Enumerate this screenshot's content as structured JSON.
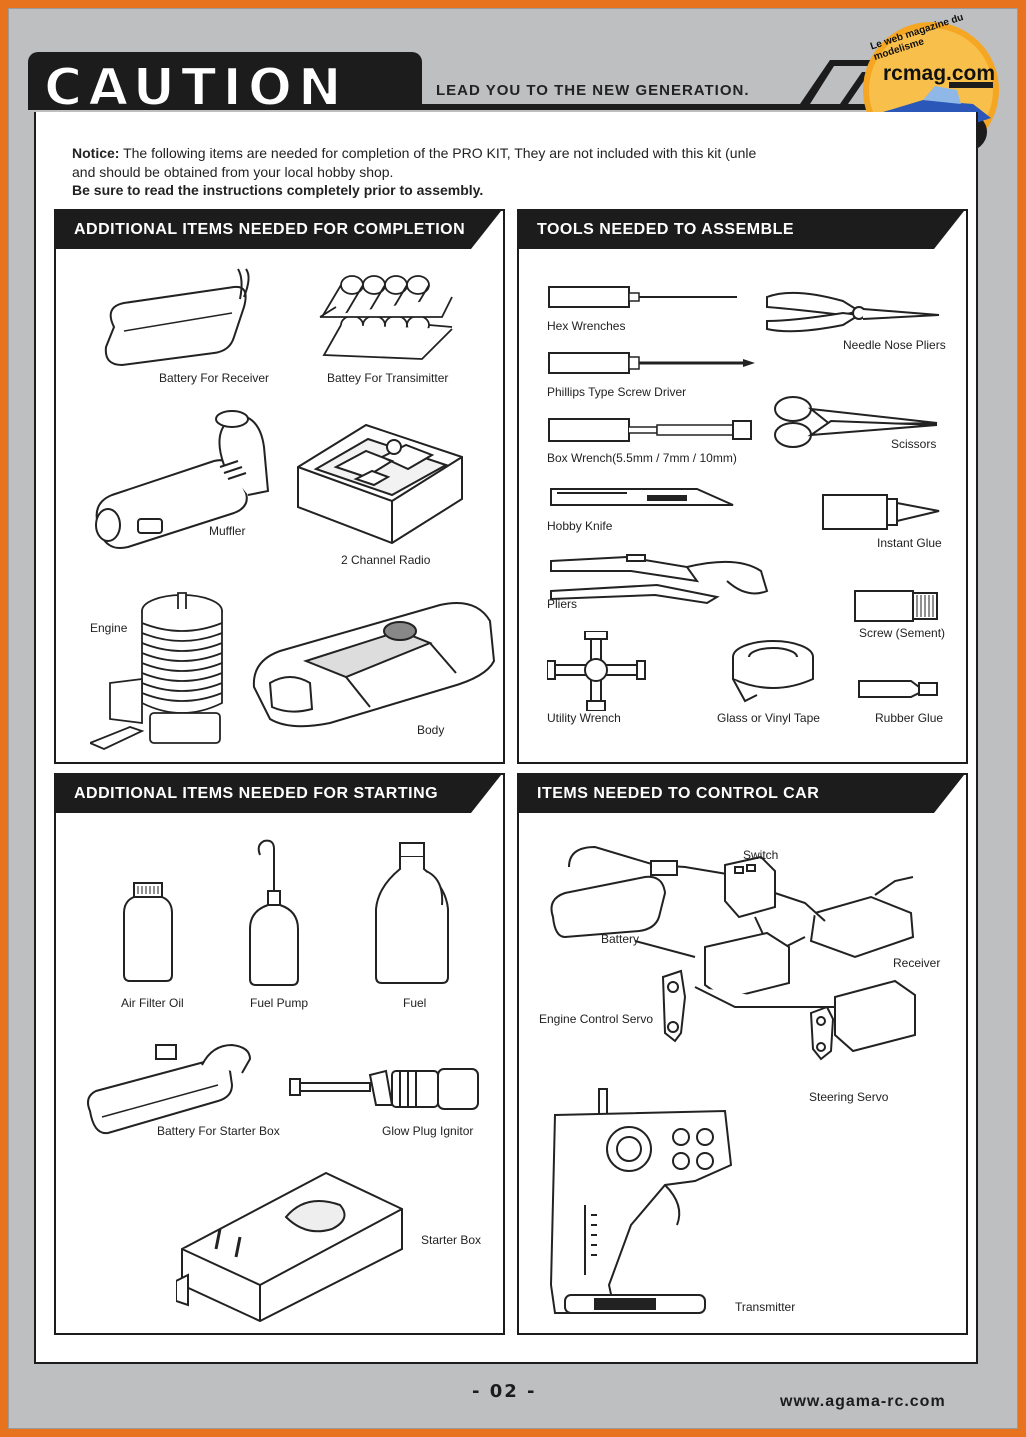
{
  "header": {
    "title": "CAUTION",
    "tagline": "LEAD YOU TO THE NEW GENERATION.",
    "watermark_site": "rcmag.com",
    "watermark_tag": "Le web magazine du modelisme"
  },
  "notice": {
    "label": "Notice:",
    "text": "The following items are needed for completion of the PRO KIT, They are not included with this kit (unle",
    "line2": "and should be obtained from your local hobby shop.",
    "warning": "Be sure to read the instructions completely prior to assembly."
  },
  "sections": {
    "completion": {
      "title": "ADDITIONAL ITEMS NEEDED FOR COMPLETION",
      "items": [
        "Battery For Receiver",
        "Battey For Transimitter",
        "Muffler",
        "2 Channel Radio",
        "Engine",
        "Body"
      ]
    },
    "tools": {
      "title": "TOOLS NEEDED TO ASSEMBLE",
      "items": [
        "Hex Wrenches",
        "Needle Nose Pliers",
        "Phillips Type Screw Driver",
        "Scissors",
        "Box Wrench(5.5mm / 7mm / 10mm)",
        "Hobby Knife",
        "Instant Glue",
        "Pliers",
        "Screw (Sement)",
        "Utility Wrench",
        "Glass or Vinyl Tape",
        "Rubber Glue"
      ]
    },
    "starting": {
      "title": "ADDITIONAL ITEMS NEEDED FOR STARTING",
      "items": [
        "Air Filter Oil",
        "Fuel Pump",
        "Fuel",
        "Battery For Starter Box",
        "Glow Plug Ignitor",
        "Starter Box"
      ]
    },
    "control": {
      "title": "ITEMS NEEDED TO CONTROL CAR",
      "items": [
        "Switch",
        "Battery",
        "Receiver",
        "Engine Control Servo",
        "Steering Servo",
        "Transmitter"
      ]
    }
  },
  "footer": {
    "page": "- 02 -",
    "url": "www.agama-rc.com"
  }
}
